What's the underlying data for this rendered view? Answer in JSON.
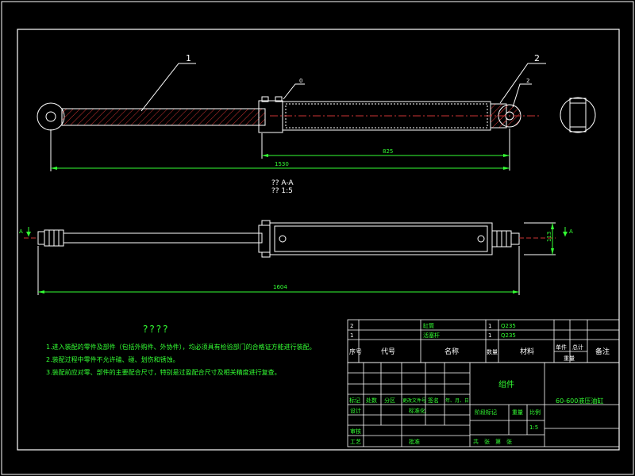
{
  "drawing": {
    "balloons": [
      "1",
      "2",
      "0",
      "2"
    ],
    "dimensions": {
      "d_825": "825",
      "d_1530": "1530",
      "d_1604": "1604",
      "d_113": "113"
    },
    "section_label_1": "?? A-A",
    "section_label_2": "?? 1:5",
    "section_marks": [
      "A",
      "A"
    ]
  },
  "notes": {
    "title": "????",
    "lines": [
      "1.进入装配的零件及部件（包括外购件、外协件），均必须具有检验部门的合格证方能进行装配。",
      "2.装配过程中零件不允许磕、碰、划伤和锈蚀。",
      "3.装配前应对零、部件的主要配合尺寸，特别是过盈配合尺寸及相关精度进行复查。"
    ]
  },
  "bom": {
    "rows": [
      {
        "no": "2",
        "code": "",
        "name": "缸筒",
        "qty": "1",
        "material": "Q235",
        "unit": "",
        "total": "",
        "note": ""
      },
      {
        "no": "1",
        "code": "",
        "name": "活塞杆",
        "qty": "1",
        "material": "Q235",
        "unit": "",
        "total": "",
        "note": ""
      }
    ],
    "header": {
      "no": "序号",
      "code": "代号",
      "name": "名称",
      "qty": "数量",
      "material": "材料",
      "unit": "单件",
      "total": "总计",
      "weight": "重量",
      "note": "备注"
    }
  },
  "title_block": {
    "assembly_name": "组件",
    "drawing_title": "60-600液压油缸",
    "labels": {
      "mark": "标记",
      "count": "处数",
      "zone": "分区",
      "change_doc": "更改文件号",
      "sign": "签名",
      "date": "年、月、日",
      "design": "设计",
      "standardize": "标准化",
      "review": "审核",
      "process": "工艺",
      "approve": "批准",
      "stage_mark": "阶段标记",
      "weight": "重量",
      "scale": "比例",
      "scale_value": "1:5",
      "sheets": "共　张　第　张"
    }
  }
}
